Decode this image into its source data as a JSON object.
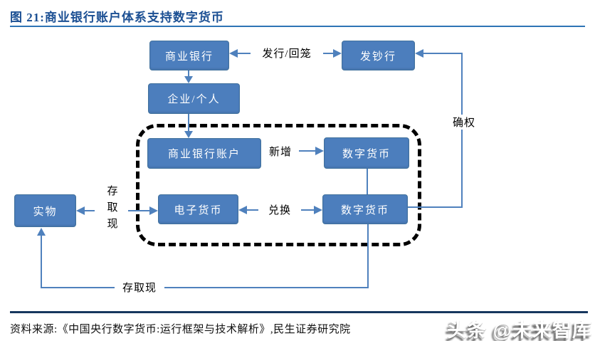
{
  "title": "图 21:商业银行账户体系支持数字货币",
  "diagram": {
    "nodes": {
      "commercial_bank": "商业银行",
      "note_issuing_bank": "发钞行",
      "enterprise_individual": "企业/个人",
      "commercial_bank_account": "商业银行账户",
      "digital_currency_top": "数字货币",
      "electronic_money": "电子货币",
      "digital_currency_bottom": "数字货币",
      "physical_cash": "实物"
    },
    "edge_labels": {
      "issue_withdraw": "发行/回笼",
      "add_new": "新增",
      "exchange": "兑换",
      "confirm_right": "确权",
      "deposit_withdraw_cash_left": "存取现",
      "deposit_withdraw_cash_bottom": "存取现"
    }
  },
  "footer": {
    "source": "资料来源:《中国央行数字货币:运行框架与技术解析》,民生证券研究院",
    "watermark": "头条 @未来智库"
  },
  "colors": {
    "node_fill": "#4c7ebd",
    "node_border": "#41719c",
    "arrow": "#4f81bd",
    "title_text": "#1b4f93",
    "title_rule": "#2e74b5",
    "footer_rule": "#17375e",
    "dashed_border": "#000000",
    "watermark_text": "#ffffff"
  }
}
